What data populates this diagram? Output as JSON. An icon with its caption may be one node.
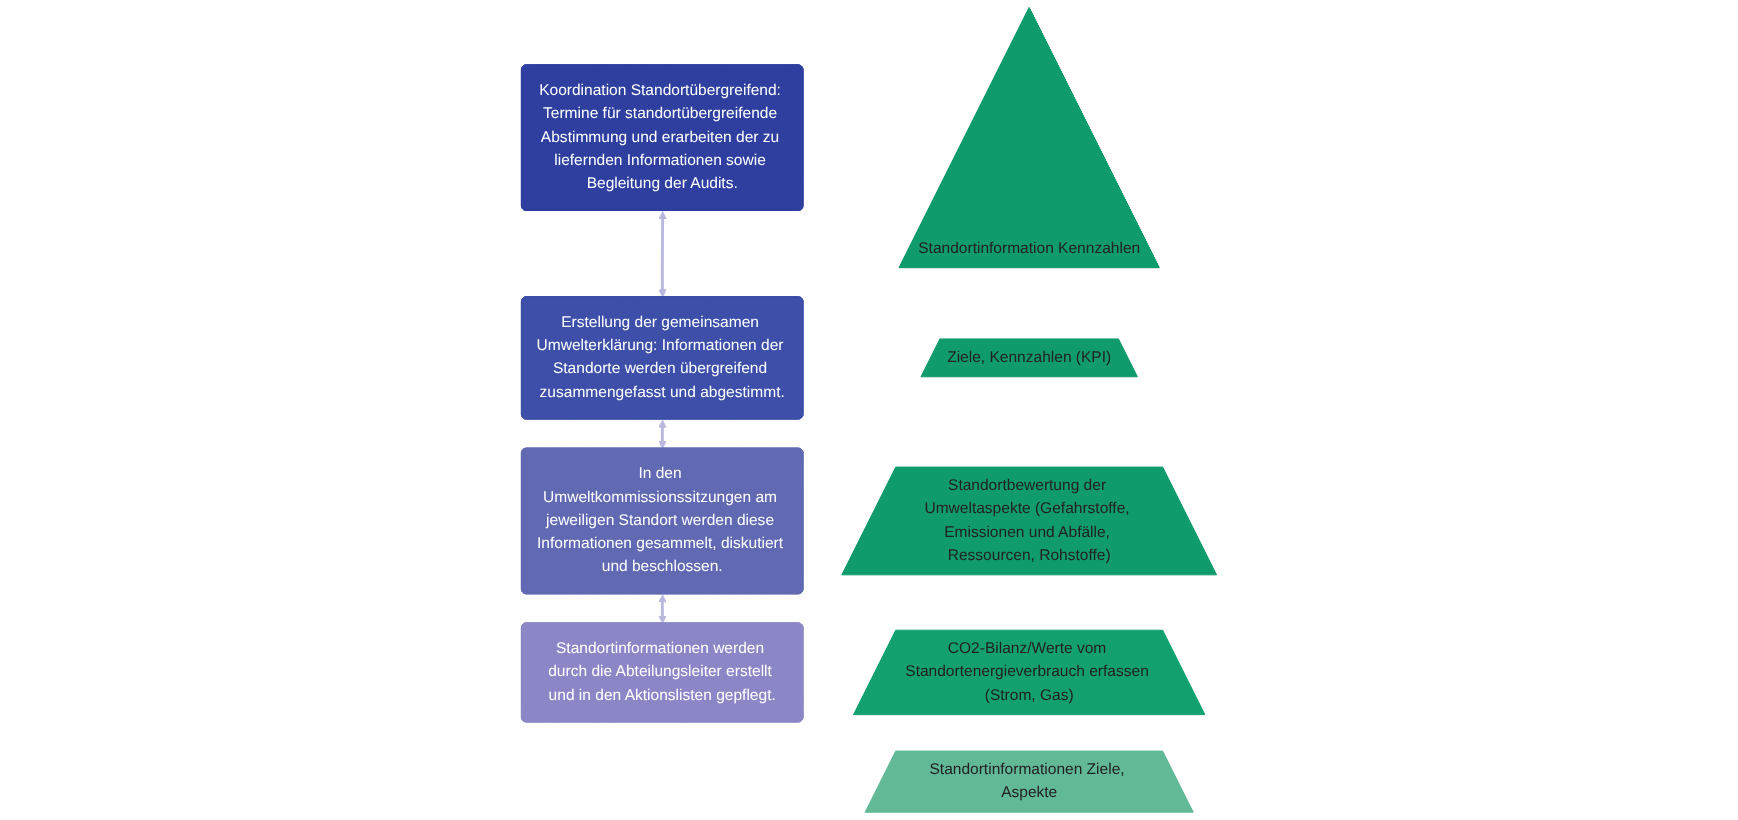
{
  "diagram": {
    "nodes": [
      {
        "text": [
          "Koordination Standortübergreifend: Termine für standortübergreifende Abstimmung und erarbeiten der zu liefernden Informationen sowie Begleitung der Audits."
        ]
      },
      {
        "text": [
          "Erstellung der gemeinsamen Umwelterklärung: Informationen der Standorte werden übergreifend zusammengefasst und abgestimmt."
        ]
      },
      {
        "text": [
          "In den Umweltkommissionssitzungen am jeweiligen Standort werden diese Informationen gesammelt, diskutiert und beschlossen."
        ]
      },
      {
        "text": [
          "Standortinformationen werden durch die Abteilungsleiter erstellt und in den Aktionslisten gepflegt."
        ]
      },
      {
        "text": [
          "Standortinformation Kennzahlen"
        ]
      },
      {
        "text": [
          "Ziele, Kennzahlen (KPI)"
        ]
      },
      {
        "text": [
          "Standortbewertung der Umweltaspekte (Gefahrstoffe, Emissionen und Abfälle, Ressourcen, Rohstoffe)"
        ]
      },
      {
        "text": [
          "CO2-Bilanz/Werte vom Standortenergieverbrauch erfassen (Strom, Gas)"
        ]
      },
      {
        "text": [
          "Standortinformationen Ziele, Aspekte"
        ]
      }
    ],
    "edges": [
      {
        "from": 0,
        "to": 1,
        "arrow": "both"
      },
      {
        "from": 1,
        "to": 2,
        "arrow": "both"
      },
      {
        "from": 2,
        "to": 3,
        "arrow": "both"
      }
    ]
  }
}
